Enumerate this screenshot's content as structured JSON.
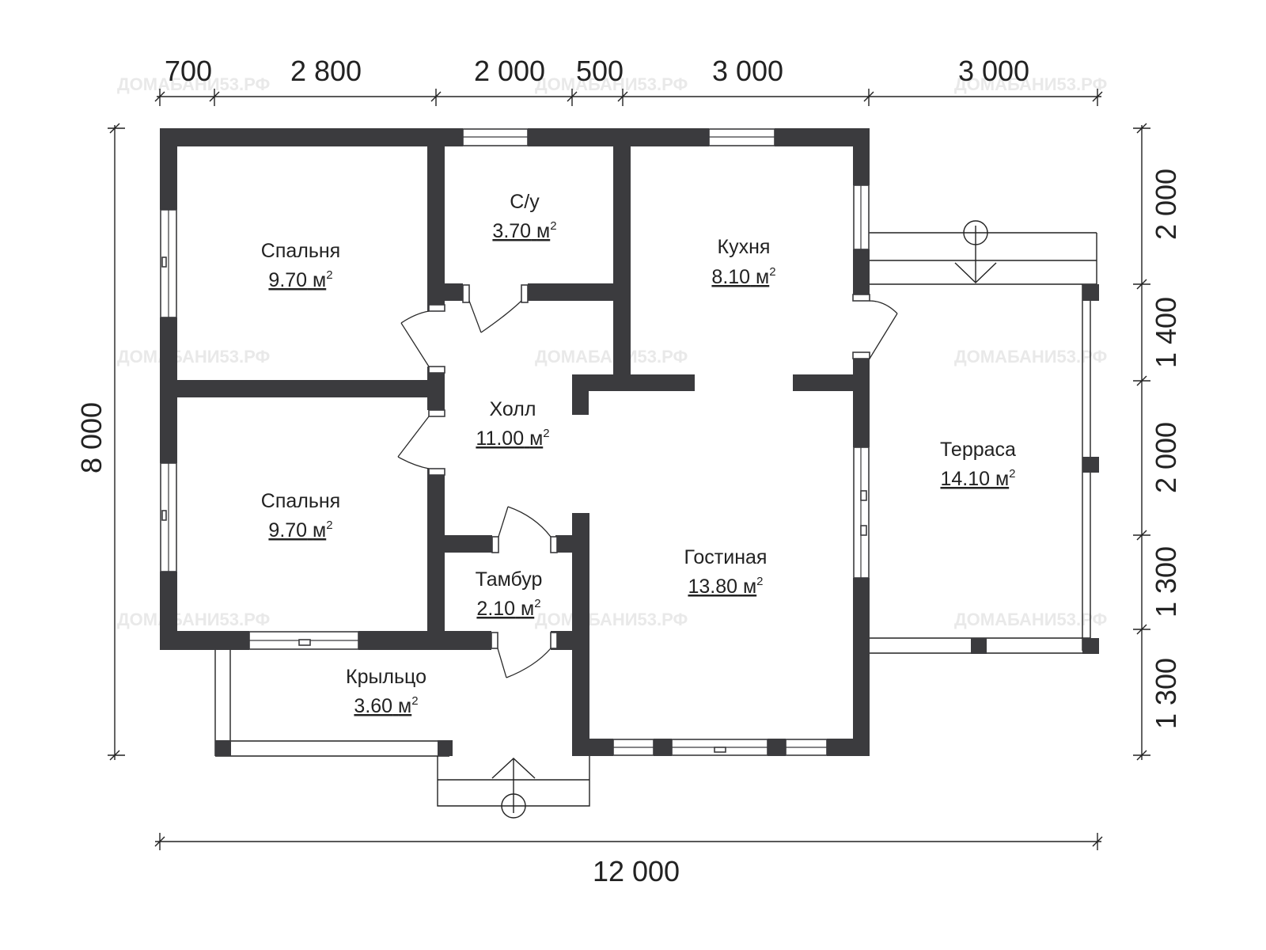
{
  "dimensions": {
    "top": [
      "700",
      "2 800",
      "2 000",
      "500",
      "3 000",
      "3 000"
    ],
    "left": "8 000",
    "right": [
      "2 000",
      "1 400",
      "2 000",
      "1 300",
      "1 300"
    ],
    "bottom": "12 000"
  },
  "area_unit": "м",
  "area_exponent": "2",
  "rooms": [
    {
      "name": "Спальня",
      "area": "9.70"
    },
    {
      "name": "С/у",
      "area": "3.70"
    },
    {
      "name": "Кухня",
      "area": "8.10"
    },
    {
      "name": "Спальня",
      "area": "9.70"
    },
    {
      "name": "Холл",
      "area": "11.00"
    },
    {
      "name": "Терраса",
      "area": "14.10"
    },
    {
      "name": "Тамбур",
      "area": "2.10"
    },
    {
      "name": "Гостиная",
      "area": "13.80"
    },
    {
      "name": "Крыльцо",
      "area": "3.60"
    }
  ],
  "watermark": "ДОМАБАНИ53.РФ",
  "colors": {
    "wall": "#3b3b3e",
    "line": "#222222",
    "watermark": "#e9e9e9"
  }
}
